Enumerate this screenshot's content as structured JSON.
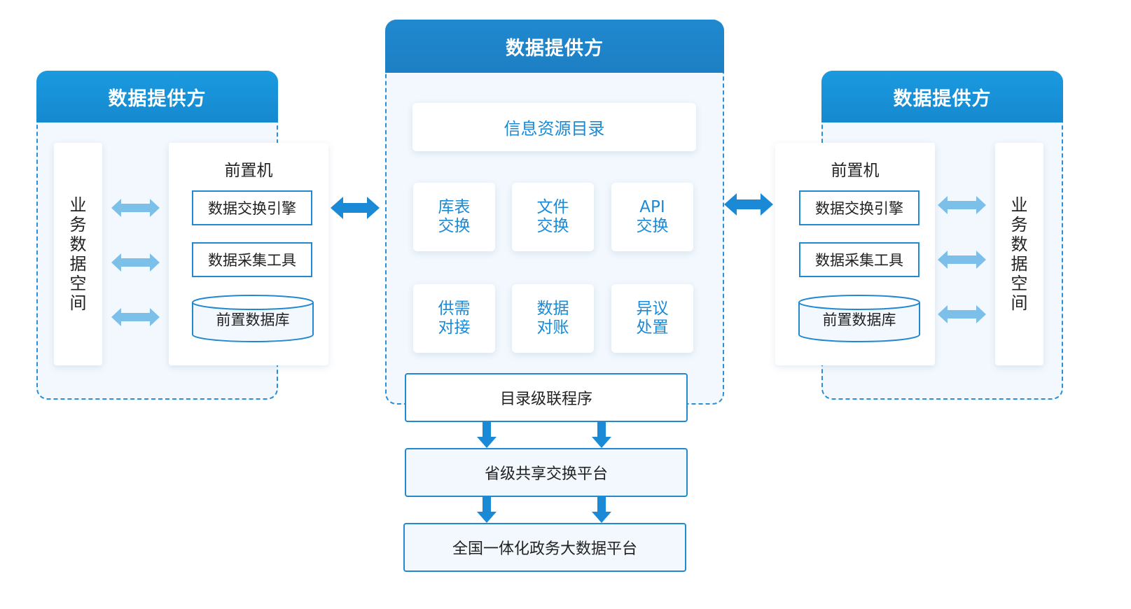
{
  "colors": {
    "primary": "#1a9ae0",
    "arrow_dark": "#1a8ad6",
    "arrow_light": "#7cc0ea"
  },
  "left": {
    "header": "数据提供方",
    "space_chars": [
      "业",
      "务",
      "数",
      "据",
      "空",
      "间"
    ],
    "front_title": "前置机",
    "engine": "数据交换引擎",
    "collector": "数据采集工具",
    "db": "前置数据库"
  },
  "center": {
    "header": "数据提供方",
    "catalog": "信息资源目录",
    "tiles": [
      [
        "库表",
        "交换"
      ],
      [
        "文件",
        "交换"
      ],
      [
        "API",
        "交换"
      ],
      [
        "供需",
        "对接"
      ],
      [
        "数据",
        "对账"
      ],
      [
        "异议",
        "处置"
      ]
    ]
  },
  "right": {
    "header": "数据提供方",
    "space_chars": [
      "业",
      "务",
      "数",
      "据",
      "空",
      "间"
    ],
    "front_title": "前置机",
    "engine": "数据交换引擎",
    "collector": "数据采集工具",
    "db": "前置数据库"
  },
  "flow": {
    "cascade": "目录级联程序",
    "provincial": "省级共享交换平台",
    "national": "全国一体化政务大数据平台"
  }
}
